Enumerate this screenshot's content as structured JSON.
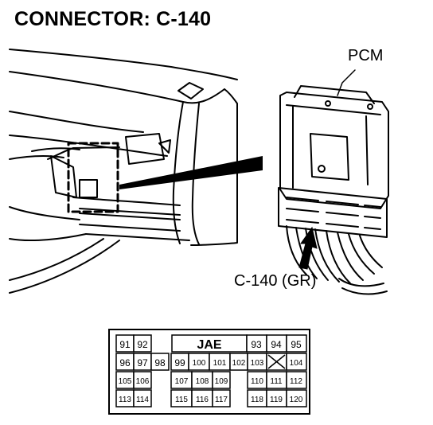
{
  "title": "CONNECTOR: C-140",
  "labels": {
    "pcm": "PCM",
    "connector": "C-140 (GR)"
  },
  "connector": {
    "code": "JAE",
    "row1_left": [
      "91",
      "92"
    ],
    "row1_right": [
      "93",
      "94",
      "95"
    ],
    "row2": [
      "96",
      "97",
      "98",
      "99",
      "100",
      "101",
      "102",
      "103",
      "",
      "104"
    ],
    "row3_left": [
      "105",
      "106"
    ],
    "row3_mid": [
      "107",
      "108",
      "109"
    ],
    "row3_right": [
      "110",
      "111",
      "112"
    ],
    "row4_left": [
      "113",
      "114"
    ],
    "row4_mid": [
      "115",
      "116",
      "117"
    ],
    "row4_right": [
      "118",
      "119",
      "120"
    ]
  }
}
